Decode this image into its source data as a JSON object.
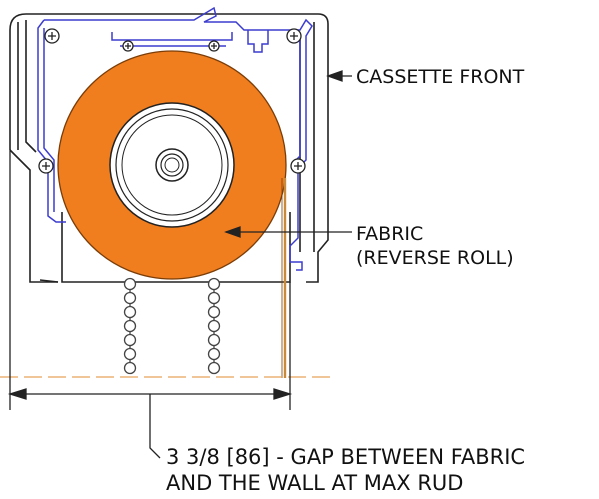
{
  "labels": {
    "cassette_front": "CASSETTE FRONT",
    "fabric_line1": "FABRIC",
    "fabric_line2": "(REVERSE ROLL)",
    "gap_line1": "3 3/8 [86] - GAP BETWEEN FABRIC",
    "gap_line2": "AND THE WALL AT MAX RUD"
  },
  "colors": {
    "outline": "#222222",
    "bracket": "#3c3ccf",
    "fabric": "#f07d1e",
    "fabric_edge": "#7a3d08",
    "chain": "#444444",
    "drop": "#c98a3a",
    "wall_dash": "#e8a45a"
  }
}
